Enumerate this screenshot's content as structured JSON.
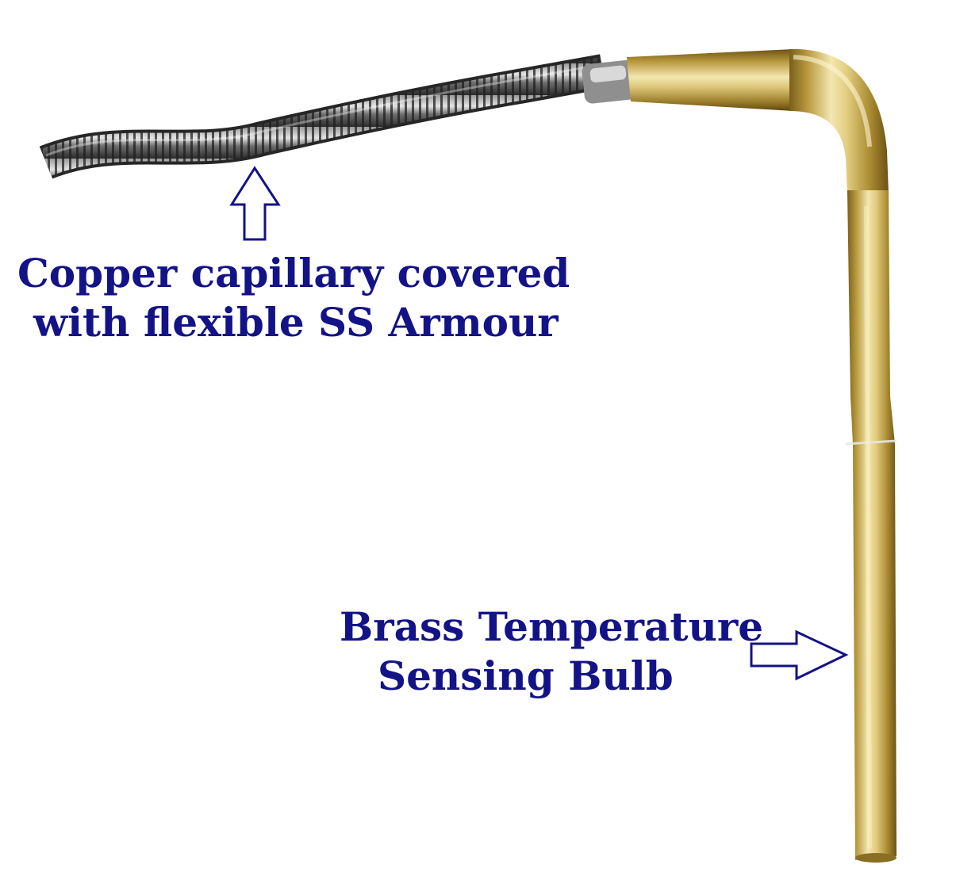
{
  "labels": {
    "capillary": {
      "line1": "Copper capillary covered",
      "line2": "with flexible SS Armour"
    },
    "bulb": {
      "line1": "Brass Temperature",
      "line2": "Sensing Bulb"
    }
  },
  "colors": {
    "text": "#131387",
    "arrow_outline": "#131387",
    "background": "#ffffff",
    "brass": "#c9ae55",
    "steel_armour": "#4a4a4a"
  },
  "icons": {
    "capillary_pointer": "arrow-up-outline-icon",
    "bulb_pointer": "arrow-right-outline-icon"
  }
}
